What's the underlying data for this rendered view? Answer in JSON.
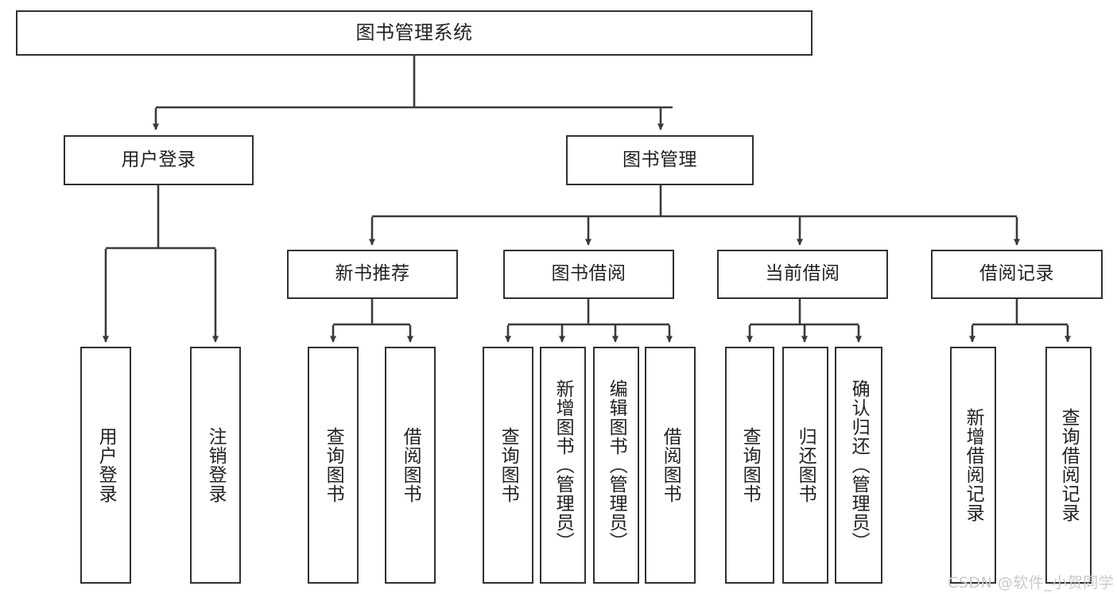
{
  "diagram": {
    "kind": "tree-hierarchy-chart",
    "orientation": "top-down",
    "colors": {
      "box_border": "#30302f",
      "box_fill": "#ffffff",
      "connector": "#3a3a3a",
      "text": "#222222",
      "watermark": "#c9c9c9",
      "background": "#ffffff"
    },
    "root": {
      "label": "图书管理系统"
    },
    "level2": [
      {
        "id": "user-login",
        "label": "用户登录"
      },
      {
        "id": "book-manage",
        "label": "图书管理"
      }
    ],
    "level3": [
      {
        "id": "new-book-recommend",
        "label": "新书推荐"
      },
      {
        "id": "book-borrow",
        "label": "图书借阅"
      },
      {
        "id": "current-borrow",
        "label": "当前借阅"
      },
      {
        "id": "borrow-record",
        "label": "借阅记录"
      }
    ],
    "leaves": {
      "user_login": [
        {
          "id": "leaf-user-login",
          "label": "用户登录"
        },
        {
          "id": "leaf-logout-login",
          "label": "注销登录"
        }
      ],
      "new_book_recommend": [
        {
          "id": "leaf-query-book-1",
          "label": "查询图书"
        },
        {
          "id": "leaf-borrow-book-1",
          "label": "借阅图书"
        }
      ],
      "book_borrow": [
        {
          "id": "leaf-query-book-2",
          "label": "查询图书"
        },
        {
          "id": "leaf-add-book",
          "label": "新增图书（管理员）"
        },
        {
          "id": "leaf-edit-book",
          "label": "编辑图书（管理员）"
        },
        {
          "id": "leaf-borrow-book-2",
          "label": "借阅图书"
        }
      ],
      "current_borrow": [
        {
          "id": "leaf-query-book-3",
          "label": "查询图书"
        },
        {
          "id": "leaf-return-book",
          "label": "归还图书"
        },
        {
          "id": "leaf-confirm-return",
          "label": "确认归还（管理员）"
        }
      ],
      "borrow_record": [
        {
          "id": "leaf-add-borrow-record",
          "label": "新增借阅记录"
        },
        {
          "id": "leaf-query-borrow-record",
          "label": "查询借阅记录"
        }
      ]
    },
    "watermark": {
      "text": "CSDN @软件_小贺同学"
    }
  }
}
